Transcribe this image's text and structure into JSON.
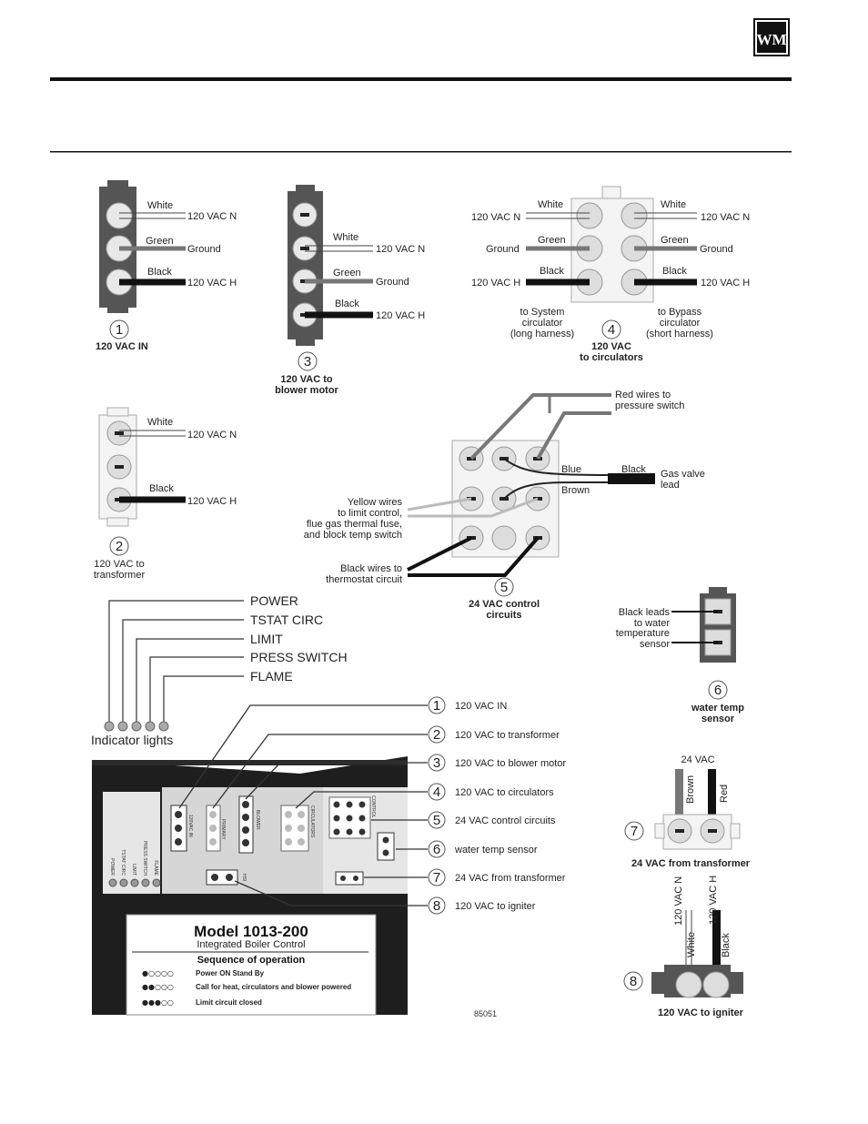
{
  "logo": "WM",
  "wires": {
    "white": "White",
    "green": "Green",
    "black": "Black",
    "vac_n": "120 VAC N",
    "ground": "Ground",
    "vac_h": "120 VAC H"
  },
  "c1": {
    "num": "1",
    "caption": "120 VAC IN"
  },
  "c3": {
    "num": "3",
    "caption_1": "120 VAC to",
    "caption_2": "blower motor"
  },
  "c4": {
    "num": "4",
    "system_1": "to System",
    "system_2": "circulator",
    "system_3": "(long harness)",
    "bypass_1": "to Bypass",
    "bypass_2": "circulator",
    "bypass_3": "(short harness)",
    "caption_1": "120 VAC",
    "caption_2": "to circulators"
  },
  "c2": {
    "num": "2",
    "caption_1": "120 VAC to",
    "caption_2": "transformer"
  },
  "c5": {
    "num": "5",
    "red_1": "Red wires to",
    "red_2": "pressure switch",
    "blue": "Blue",
    "brown": "Brown",
    "black": "Black",
    "gas_1": "Gas valve",
    "gas_2": "lead",
    "yellow_1": "Yellow wires",
    "yellow_2": "to limit control,",
    "yellow_3": "flue gas thermal fuse,",
    "yellow_4": "and block temp switch",
    "blackw_1": "Black wires to",
    "blackw_2": "thermostat circuit",
    "caption_1": "24 VAC control",
    "caption_2": "circuits"
  },
  "c6": {
    "num": "6",
    "leads_1": "Black leads",
    "leads_2": "to water",
    "leads_3": "temperature",
    "leads_4": "sensor",
    "caption_1": "water temp",
    "caption_2": "sensor"
  },
  "c7": {
    "num": "7",
    "top": "24 VAC",
    "brown": "Brown",
    "red": "Red",
    "caption": "24 VAC from transformer"
  },
  "c8": {
    "num": "8",
    "n": "120 VAC N",
    "h": "120 VAC H",
    "white": "White",
    "black": "Black",
    "caption": "120 VAC to igniter"
  },
  "lights": {
    "items": [
      "POWER",
      "TSTAT CIRC",
      "LIMIT",
      "PRESS SWITCH",
      "FLAME"
    ],
    "caption": "Indicator lights"
  },
  "callouts": [
    {
      "num": "1",
      "label": "120 VAC IN"
    },
    {
      "num": "2",
      "label": "120 VAC to transformer"
    },
    {
      "num": "3",
      "label": "120 VAC to blower motor"
    },
    {
      "num": "4",
      "label": "120 VAC to circulators"
    },
    {
      "num": "5",
      "label": "24 VAC control circuits"
    },
    {
      "num": "6",
      "label": "water temp sensor"
    },
    {
      "num": "7",
      "label": "24 VAC from transformer"
    },
    {
      "num": "8",
      "label": "120 VAC to igniter"
    }
  ],
  "board": {
    "model": "Model 1013-200",
    "subtitle": "Integrated Boiler Control",
    "sequence_title": "Sequence of operation",
    "seq": [
      {
        "lights": "●○○○○",
        "text": "Power ON Stand By"
      },
      {
        "lights": "●●○○○",
        "text": "Call for heat, circulators and blower powered"
      },
      {
        "lights": "●●●○○",
        "text": "Limit circuit closed"
      }
    ],
    "label_120vac_in": "120VAC IN",
    "label_primary": "PRIMARY",
    "label_blower": "BLOWER",
    "label_circulators": "CIRCULATORS",
    "label_control": "CONTROL",
    "label_hsi": "HSI",
    "led_labels": [
      "POWER",
      "TSTAT CIRC",
      "LIMIT",
      "PRESS SWITCH",
      "FLAME"
    ]
  },
  "figure_id": "85051"
}
